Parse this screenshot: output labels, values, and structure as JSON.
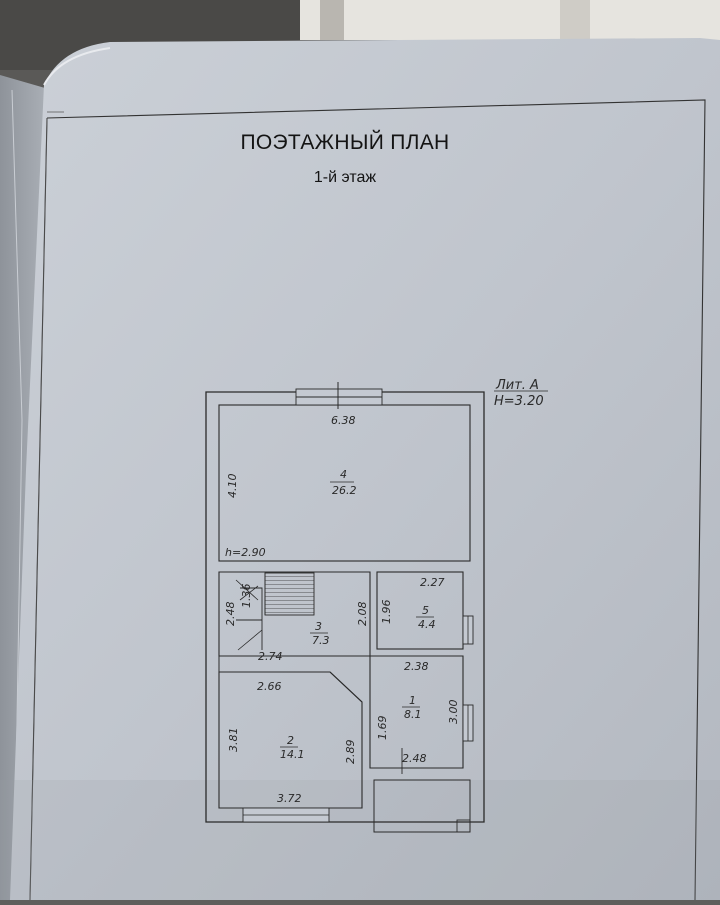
{
  "plan": {
    "title": "ПОЭТАЖНЫЙ ПЛАН",
    "floor": "1-й этаж",
    "liter": "Лит. А",
    "height": "H=3.20"
  },
  "rooms": [
    {
      "num": "4",
      "area": "26.2"
    },
    {
      "num": "3",
      "area": "7.3"
    },
    {
      "num": "5",
      "area": "4.4"
    },
    {
      "num": "1",
      "area": "8.1"
    },
    {
      "num": "2",
      "area": "14.1"
    }
  ],
  "dims": {
    "r4_width": "6.38",
    "r4_depth": "4.10",
    "r4_height": "h=2.90",
    "r3_right": "2.08",
    "r3_bottom": "2.74",
    "stair_a": "2.48",
    "stair_b": "1.36",
    "r5_width": "2.27",
    "r5_depth": "1.96",
    "r1_width": "2.38",
    "r1_depth": "3.00",
    "r1_left": "1.69",
    "r1_bottom": "2.48",
    "r2_top": "2.66",
    "r2_left": "3.81",
    "r2_right": "2.89",
    "r2_bottom": "3.72"
  },
  "colors": {
    "paper": "#c2c7cf",
    "ink": "#2a2a2a",
    "background": "#5f5e5c"
  }
}
